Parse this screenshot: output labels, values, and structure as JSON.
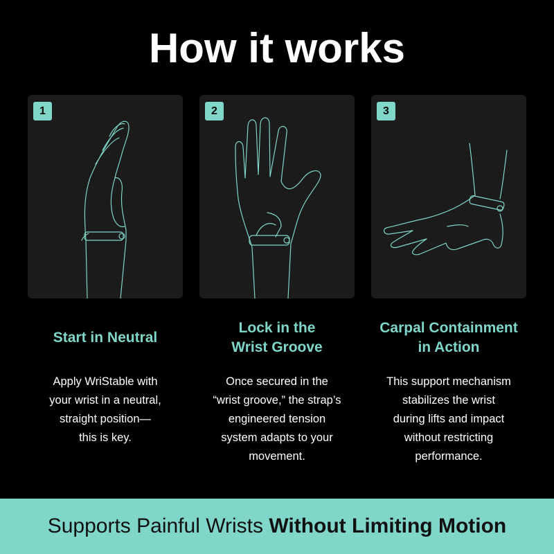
{
  "header": {
    "title": "How it works"
  },
  "steps": [
    {
      "number": "1",
      "title_lines": [
        "Start in Neutral"
      ],
      "desc_lines": [
        "Apply WriStable with",
        "your wrist in a neutral,",
        "straight position—",
        "this is key."
      ]
    },
    {
      "number": "2",
      "title_lines": [
        "Lock in the",
        "Wrist Groove"
      ],
      "desc_lines": [
        "Once secured in the",
        "“wrist groove,” the strap’s",
        "engineered tension",
        "system adapts to your",
        "movement."
      ]
    },
    {
      "number": "3",
      "title_lines": [
        "Carpal Containment",
        "in Action"
      ],
      "desc_lines": [
        "This support mechanism",
        "stabilizes the wrist",
        "during lifts and impact",
        "without restricting",
        "performance."
      ]
    }
  ],
  "footer": {
    "regular": "Supports Painful Wrists ",
    "bold": "Without Limiting Motion"
  },
  "colors": {
    "accent": "#7fd6c9",
    "background": "#000000",
    "card": "#1b1b1b",
    "text": "#ffffff"
  },
  "icons": [
    "hand-side-view-strap-illustration",
    "hand-palm-strap-illustration",
    "hand-flat-strap-illustration"
  ]
}
